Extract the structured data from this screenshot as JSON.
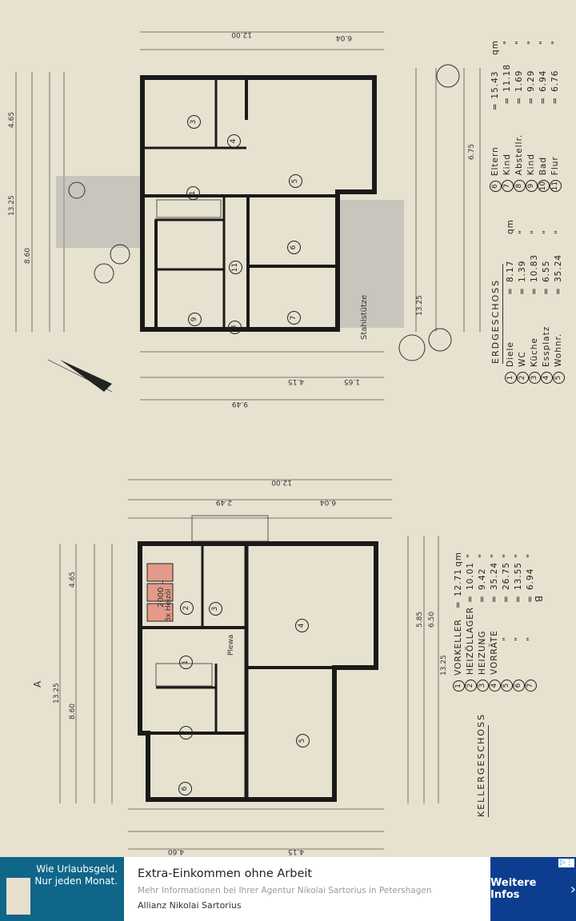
{
  "plan": {
    "ground_floor": {
      "title": "ERDGESCHOSS",
      "rooms": [
        {
          "no": "1",
          "name": "Diele",
          "area": "8.17",
          "unit": "qm"
        },
        {
          "no": "2",
          "name": "WC",
          "area": "1.39",
          "unit": "\""
        },
        {
          "no": "3",
          "name": "Küche",
          "area": "10.83",
          "unit": "\""
        },
        {
          "no": "4",
          "name": "Essplatz",
          "area": "6.55",
          "unit": "\""
        },
        {
          "no": "5",
          "name": "Wohnr.",
          "area": "35.24",
          "unit": "\""
        },
        {
          "no": "6",
          "name": "Eltern",
          "area": "15.43",
          "unit": "qm"
        },
        {
          "no": "7",
          "name": "Kind",
          "area": "11.18",
          "unit": "\""
        },
        {
          "no": "8",
          "name": "Abstellr.",
          "area": "1.69",
          "unit": "\""
        },
        {
          "no": "9",
          "name": "Kind",
          "area": "9.29",
          "unit": "\""
        },
        {
          "no": "10",
          "name": "Bad",
          "area": "6.94",
          "unit": "\""
        },
        {
          "no": "11",
          "name": "Flur",
          "area": "6.76",
          "unit": "\""
        }
      ],
      "annotation": "Stahlstütze",
      "dimensions": {
        "depth": "13.25",
        "width": "12.00",
        "left_a": "8.60",
        "right_a": "6.75",
        "bottom": "9.49",
        "seg1": "4.15",
        "seg2": "1.65",
        "seg3": "6.04",
        "seg4": "4.65"
      }
    },
    "basement": {
      "title": "KELLERGESCHOSS",
      "rooms": [
        {
          "no": "1",
          "name": "VORKELLER",
          "area": "12.71",
          "unit": "qm"
        },
        {
          "no": "2",
          "name": "HEIZÖLLAGER",
          "area": "10.01",
          "unit": "\""
        },
        {
          "no": "3",
          "name": "HEIZUNG",
          "area": "9.42",
          "unit": "\""
        },
        {
          "no": "4",
          "name": "VORRÄTE",
          "area": "35.24",
          "unit": "\""
        },
        {
          "no": "5",
          "name": "\"",
          "area": "26.75",
          "unit": "\""
        },
        {
          "no": "6",
          "name": "\"",
          "area": "13.55",
          "unit": "\""
        },
        {
          "no": "7",
          "name": "\"",
          "area": "6.94",
          "unit": "\""
        }
      ],
      "tank_label": "3x Heizöl",
      "tank_volume": "2000 L",
      "annotation": "Plewa",
      "section_marks": [
        "A",
        "B"
      ],
      "dimensions": {
        "depth": "13.25",
        "width": "12.00",
        "left_a": "8.60",
        "left_b": "4.65",
        "right_a": "6.50",
        "right_b": "5.85",
        "seg1": "6.04",
        "seg2": "2.49",
        "seg3": "4.15",
        "seg4": "4.60"
      }
    },
    "colors": {
      "paper": "#e7e1cf",
      "wall": "#1a1a1a",
      "tank": "#e39a88"
    }
  },
  "ad": {
    "image_text_line1": "Wie Urlaubsgeld.",
    "image_text_line2": "Nur jeden Monat.",
    "title": "Extra-Einkommen ohne Arbeit",
    "description": "Mehr Informationen bei Ihrer Agentur Nikolai Sartorius in Petershagen",
    "advertiser": "Allianz Nikolai Sartorius",
    "cta": "Weitere Infos",
    "cta_icon": "chevron-right-icon",
    "adchoices_icon": "adchoices-icon",
    "colors": {
      "image_bg": "#0f6688",
      "cta_bg": "#0c3d8f"
    }
  }
}
